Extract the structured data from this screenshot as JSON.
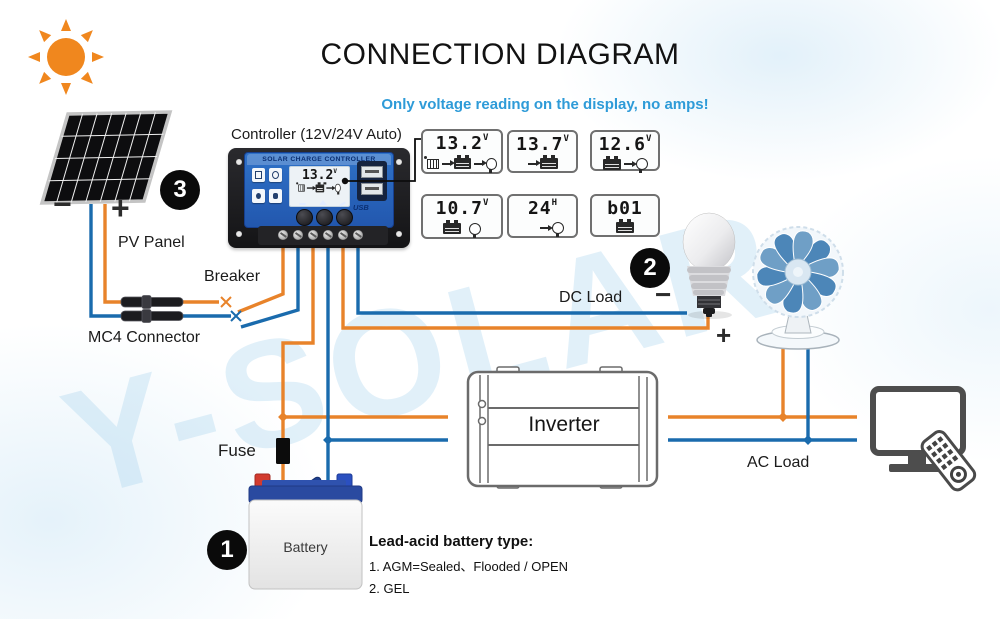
{
  "title": "CONNECTION DIAGRAM",
  "note": "Only voltage reading on the display, no amps!",
  "watermark": "Y-SOLAR",
  "controller": {
    "label": "Controller (12V/24V Auto)",
    "panel_title": "SOLAR CHARGE CONTROLLER",
    "lcd_value": "13.2",
    "lcd_unit": "V",
    "usb_label": "USB"
  },
  "displays": {
    "items": [
      {
        "value": "13.2",
        "unit": "V",
        "icons": [
          "solar-panel-icon",
          "arrow-right-icon",
          "battery-icon",
          "arrow-right-icon",
          "bulb-icon"
        ]
      },
      {
        "value": "13.7",
        "unit": "V",
        "icons": [
          "arrow-right-icon",
          "battery-icon"
        ]
      },
      {
        "value": "12.6",
        "unit": "V",
        "icons": [
          "battery-icon",
          "arrow-right-icon",
          "bulb-icon"
        ]
      },
      {
        "value": "10.7",
        "unit": "V",
        "icons": [
          "battery-icon",
          "bulb-icon"
        ]
      },
      {
        "value": "24",
        "unit": "H",
        "icons": [
          "arrow-right-icon",
          "bulb-icon"
        ]
      },
      {
        "value": "b01",
        "unit": "",
        "icons": [
          "battery-icon"
        ]
      }
    ]
  },
  "labels": {
    "pv_panel": "PV Panel",
    "mc4": "MC4 Connector",
    "breaker": "Breaker",
    "fuse": "Fuse",
    "battery": "Battery",
    "inverter": "Inverter",
    "dc_load": "DC Load",
    "ac_load": "AC Load",
    "plus": "+",
    "minus": "−"
  },
  "badges": {
    "battery": "1",
    "dc_load": "2",
    "pv": "3"
  },
  "battery_note": {
    "title": "Lead-acid battery type:",
    "line1": "1. AGM=Sealed、Flooded / OPEN",
    "line2": "2. GEL"
  },
  "colors": {
    "wire_pos": "#E8832A",
    "wire_neg": "#1A6BAD",
    "note_blue": "#2E9BD8",
    "controller_blue": "#2F72C8",
    "sun_orange": "#F0871E"
  }
}
